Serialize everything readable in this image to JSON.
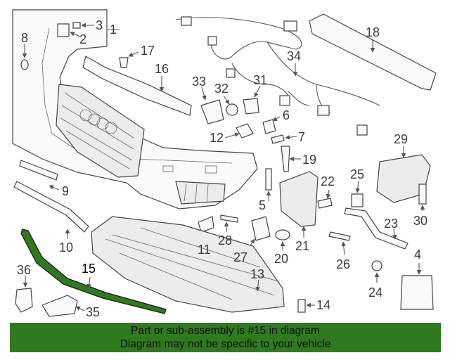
{
  "callouts": [
    "1",
    "2",
    "3",
    "4",
    "5",
    "6",
    "7",
    "8",
    "9",
    "10",
    "11",
    "12",
    "13",
    "14",
    "15",
    "16",
    "17",
    "18",
    "19",
    "20",
    "21",
    "22",
    "23",
    "24",
    "25",
    "26",
    "27",
    "28",
    "29",
    "30",
    "31",
    "32",
    "33",
    "34",
    "35",
    "36"
  ],
  "highlight_color": "#2f7a1f",
  "banner": {
    "line1": "Part or sub-assembly is #15 in diagram",
    "line2": "Diagram may not be specific to your vehicle"
  }
}
